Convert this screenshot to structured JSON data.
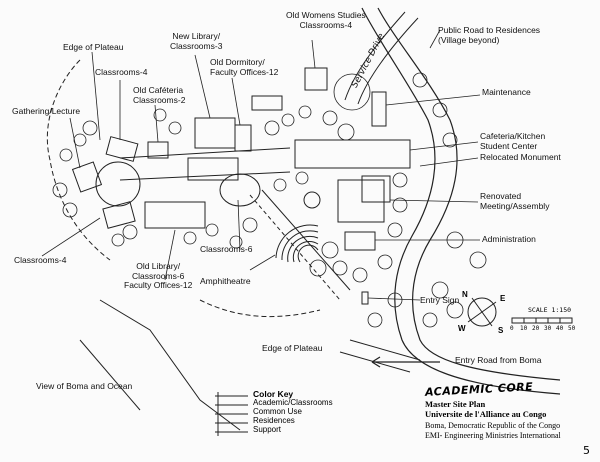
{
  "labels": {
    "old_womens_studies": "Old Womens Studies\nClassrooms-4",
    "public_road": "Public Road to Residences\n(Village beyond)",
    "edge_plateau_top": "Edge of Plateau",
    "new_library": "New Library/\nClassrooms-3",
    "old_dormitory": "Old Dormitory/\nFaculty Offices-12",
    "classrooms4_top": "Classrooms-4",
    "old_cafeteria": "Old Caféteria\nClassrooms-2",
    "gathering": "Gathering/Lecture",
    "maintenance": "Maintenance",
    "cafeteria_kitchen": "Cafeteria/Kitchen\nStudent Center",
    "relocated_monument": "Relocated Monument",
    "renovated_meeting": "Renovated\nMeeting/Assembly",
    "administration": "Administration",
    "classrooms6": "Classrooms-6",
    "classrooms4_left": "Classrooms-4",
    "old_library": "Old Library/\nClassrooms-6\nFaculty Offices-12",
    "amphitheatre": "Amphitheatre",
    "entry_sign": "Entry Sign",
    "edge_plateau_bottom": "Edge of Plateau",
    "entry_road": "Entry Road from Boma",
    "view_boma": "View of Boma and Ocean",
    "service_drive": "Service Drive"
  },
  "color_key": {
    "title": "Color Key",
    "items": [
      "Academic/Classrooms",
      "Common Use",
      "Residences",
      "Support"
    ]
  },
  "title_block": {
    "heading": "ACADEMIC CORE",
    "line1": "Master Site Plan",
    "line2": "Universite de l'Alliance au Congo",
    "line3": "Boma, Democratic Republic of the Congo",
    "line4": "EMI- Engineering Ministries International"
  },
  "scale": {
    "label": "SCALE 1:150",
    "ticks": [
      "0",
      "10",
      "20",
      "30",
      "40",
      "50"
    ]
  },
  "compass": {
    "n": "N",
    "s": "S",
    "e": "E",
    "w": "W"
  },
  "page_number": "5"
}
